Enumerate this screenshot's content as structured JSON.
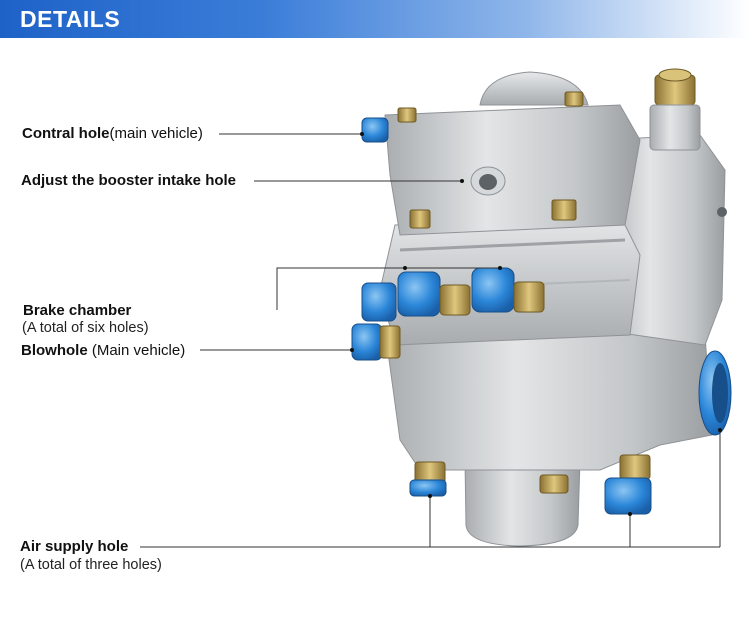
{
  "header": {
    "title": "DETAILS"
  },
  "callouts": {
    "control_hole": {
      "bold": "Contral hole",
      "normal": "(main vehicle)"
    },
    "booster_intake": {
      "bold": "Adjust the booster intake hole"
    },
    "brake_chamber": {
      "bold": "Brake chamber",
      "sub": "(A total of six holes)"
    },
    "blowhole": {
      "bold": "Blowhole",
      "normal": " (Main vehicle)"
    },
    "air_supply": {
      "bold": "Air supply hole",
      "sub": "(A total of three holes)"
    }
  },
  "colors": {
    "banner_start": "#1e62c8",
    "port_cap": "#2b86d8",
    "body_metal": "#c9ccce",
    "fitting_brass": "#b89a4e"
  }
}
